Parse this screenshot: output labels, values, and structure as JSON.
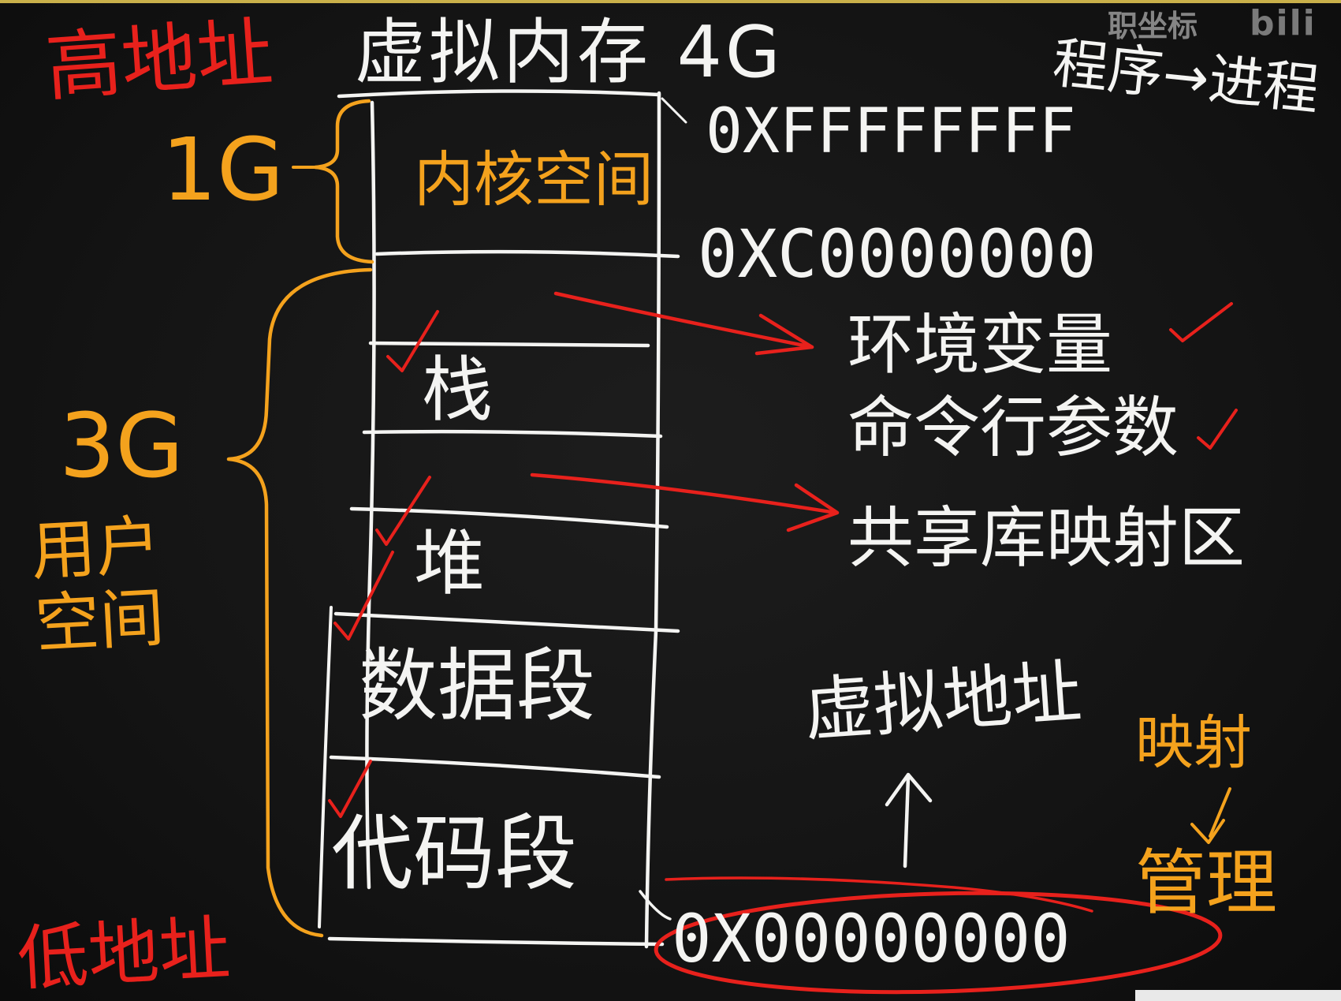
{
  "watermark": {
    "text": "职坐标",
    "logo": "bili"
  },
  "board": {
    "high_address": "高地址",
    "low_address": "低地址",
    "title": "虚拟内存 4G",
    "top_hex": "0XFFFFFFFF",
    "program_process": "程序→进程",
    "size_1g": "1G",
    "size_3g": "3G",
    "user_space": "用户空间",
    "kernel_boundary_hex": "0XC0000000",
    "bottom_hex": "0X00000000",
    "virtual_address": "虚拟地址",
    "mapping": "映射",
    "management": "管理",
    "segments": [
      {
        "label": "内核空间"
      },
      {
        "label": "栈"
      },
      {
        "label": "堆"
      },
      {
        "label": "数据段"
      },
      {
        "label": "代码段"
      }
    ],
    "stack_extras": [
      "环境变量",
      "命令行参数"
    ],
    "heap_extra": "共享库映射区"
  },
  "colors": {
    "chalk_white": "#f4f4f2",
    "chalk_orange": "#f4a21d",
    "chalk_red": "#e8211c",
    "board": "#141414"
  }
}
